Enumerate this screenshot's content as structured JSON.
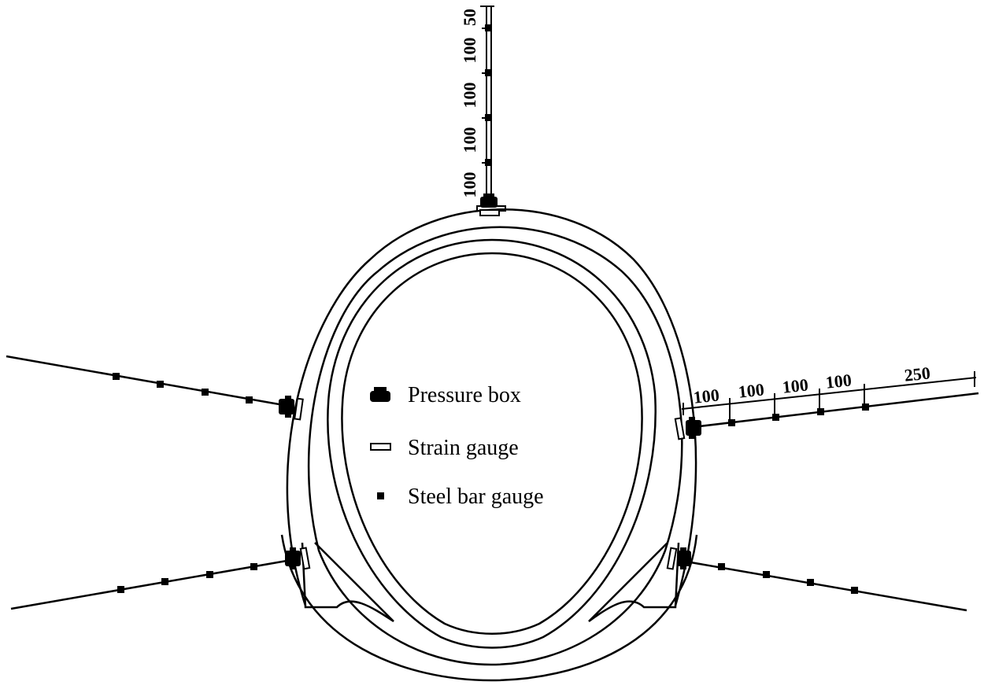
{
  "legend": {
    "pressure_box": "Pressure box",
    "strain_gauge": "Strain gauge",
    "steel_bar_gauge": "Steel bar gauge"
  },
  "top_anchor_spacings": [
    "100",
    "100",
    "100",
    "100",
    "50"
  ],
  "right_anchor_spacings": [
    "100",
    "100",
    "100",
    "100",
    "250"
  ],
  "colors": {
    "stroke": "#000000",
    "background": "#ffffff"
  },
  "icons": {
    "pressure_box": "pressure-box-icon",
    "strain_gauge": "strain-gauge-icon",
    "steel_bar_gauge": "steel-bar-gauge-icon"
  }
}
